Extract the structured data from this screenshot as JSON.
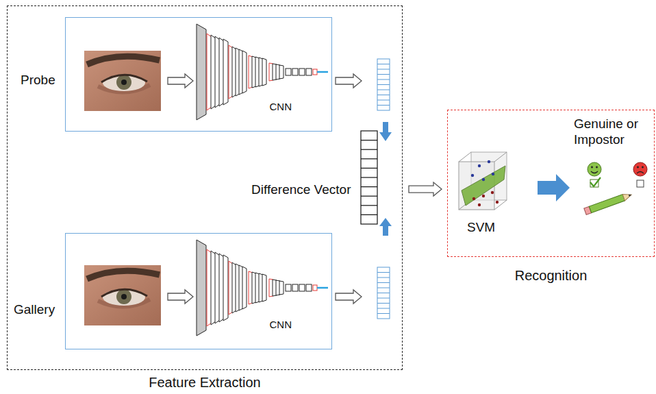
{
  "diagram": {
    "nodes": [
      {
        "text": [
          "Feature Extraction"
        ]
      },
      {
        "text": [
          "CNN"
        ],
        "in": 0
      },
      {
        "text": [
          "Difference Vector"
        ],
        "in": 0
      },
      {
        "text": [
          "CNN"
        ],
        "in": 0
      },
      {
        "text": [
          "Recognition"
        ]
      }
    ],
    "edges": [
      {
        "from": 0,
        "to": 4,
        "arrow": "to"
      }
    ],
    "labels": [
      "Probe",
      "Gallery",
      "SVM",
      "Genuine or Impostor"
    ]
  }
}
